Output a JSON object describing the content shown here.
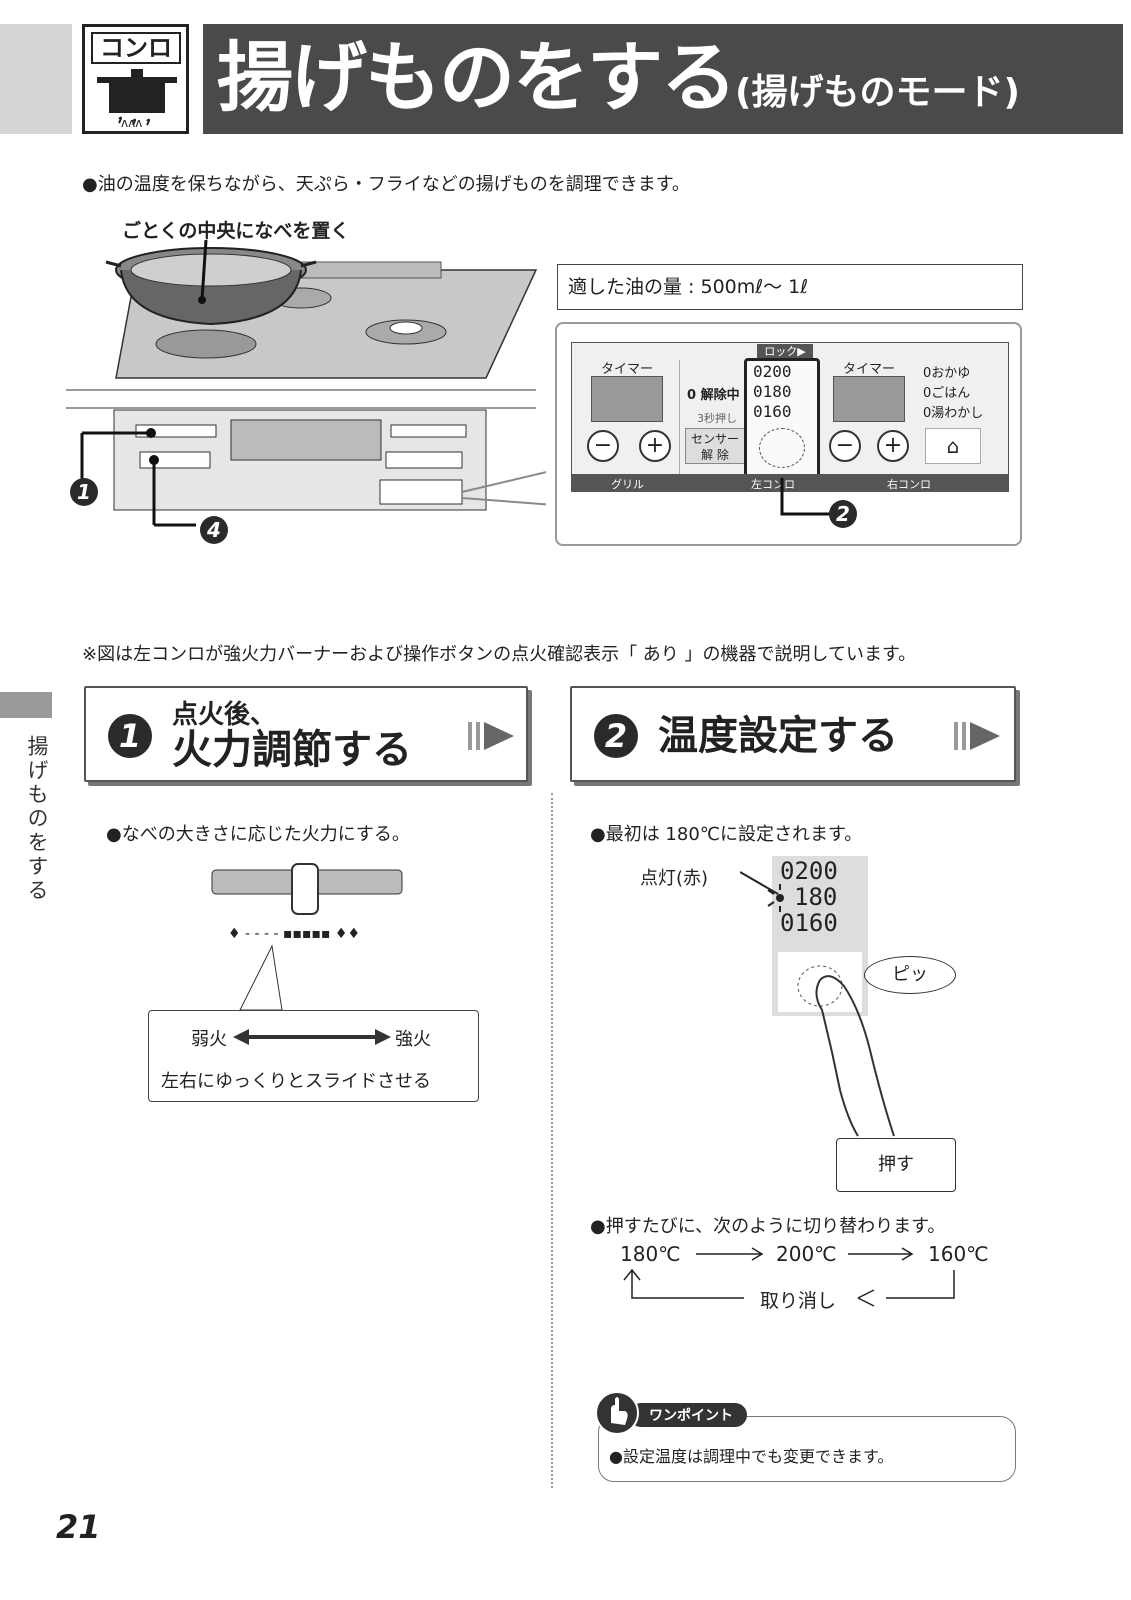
{
  "header": {
    "icon_label": "コンロ",
    "title": "揚げものをする",
    "subtitle": "(揚げものモード)"
  },
  "intro": "●油の温度を保ちながら、天ぷら・フライなどの揚げものを調理できます。",
  "illustration": {
    "callout": "ごとくの中央になべを置く",
    "marker_1": "1",
    "marker_2": "2",
    "marker_4": "4"
  },
  "oil_amount": "適した油の量 : 500mℓ〜 1ℓ",
  "control_panel": {
    "lock": "ロック▶",
    "timer_left": "タイマー",
    "timer_right": "タイマー",
    "release": "0 解除中",
    "hold3": "3秒押し",
    "sensor": "センサー",
    "sensor2": "解 除",
    "temps": [
      "0200",
      "0180",
      "0160"
    ],
    "modes": [
      "0おかゆ",
      "0ごはん",
      "0湯わかし"
    ],
    "grill": "グリル",
    "left_stove": "左コンロ",
    "right_stove": "右コンロ",
    "minus": "−",
    "plus": "+"
  },
  "note": "※図は左コンロが強火力バーナーおよび操作ボタンの点火確認表示「 あり 」の機器で説明しています。",
  "side_label": "揚げものをする",
  "step1": {
    "num": "1",
    "title_line1": "点火後、",
    "title_line2": "火力調節する",
    "bullet": "●なべの大きさに応じた火力にする。",
    "weak": "弱火",
    "strong": "強火",
    "slide": "左右にゆっくりとスライドさせる"
  },
  "step2": {
    "num": "2",
    "title": "温度設定する",
    "bullet": "●最初は 180℃に設定されます。",
    "lit": "点灯(赤)",
    "temps": [
      "0200",
      "180",
      "0160"
    ],
    "beep": "ピッ",
    "press": "押す",
    "cycle_bullet": "●押すたびに、次のように切り替わります。",
    "t180": "180℃",
    "t200": "200℃",
    "t160": "160℃",
    "cancel": "取り消し"
  },
  "onepoint": {
    "label": "ワンポイント",
    "text": "●設定温度は調理中でも変更できます。"
  },
  "page_number": "21"
}
